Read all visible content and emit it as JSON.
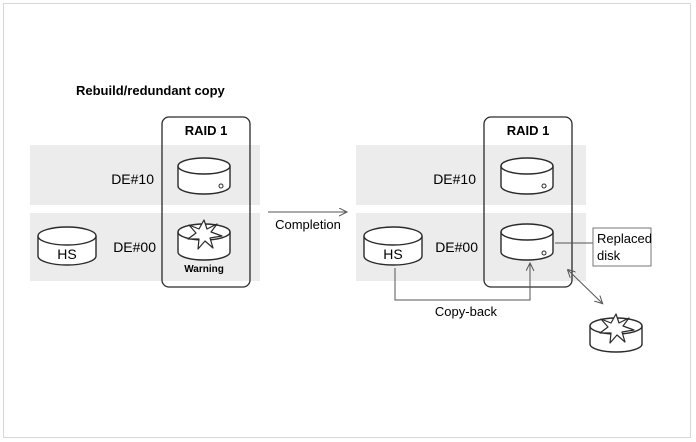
{
  "title": "Rebuild/redundant copy",
  "left_panel": {
    "raid_label": "RAID 1",
    "row1_label": "DE#10",
    "row2_label": "DE#00",
    "hs_label": "HS",
    "warning_label": "Warning"
  },
  "transition_label": "Completion",
  "right_panel": {
    "raid_label": "RAID 1",
    "row1_label": "DE#10",
    "row2_label": "DE#00",
    "hs_label": "HS",
    "replaced_label_line1": "Replaced",
    "replaced_label_line2": "disk",
    "copyback_label": "Copy-back"
  },
  "icons": [
    "disk-icon",
    "failed-disk-icon",
    "hot-spare-disk-icon"
  ],
  "colors": {
    "band": "#ececec",
    "stroke": "#2a2a2a",
    "frame": "#d8d8d8"
  }
}
